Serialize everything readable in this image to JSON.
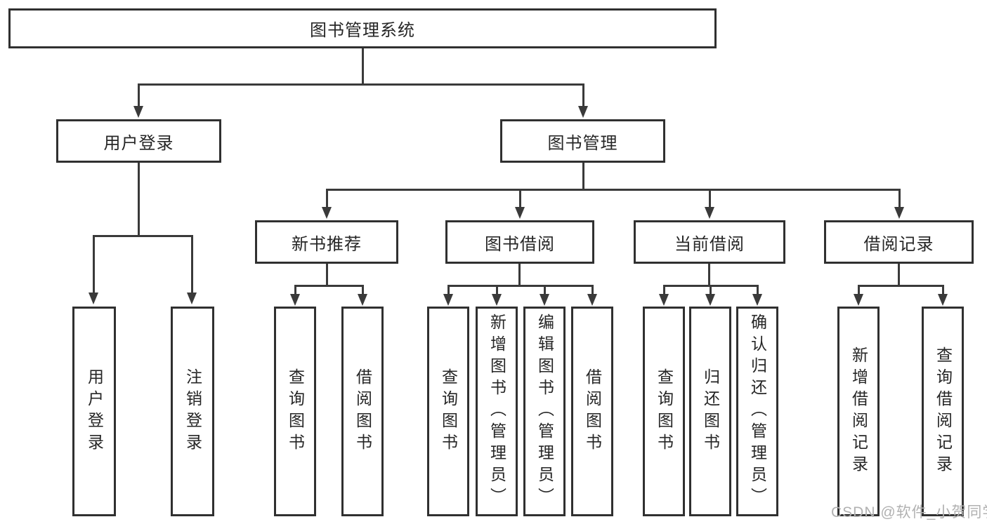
{
  "title": "图书管理系统",
  "watermark": "CSDN @软件_小贺同学",
  "colors": {
    "background": "#ffffff",
    "line": "#3a3a3a",
    "box_border": "#303030",
    "text": "#262626",
    "watermark": "#b1b1b1"
  },
  "nodes": {
    "root": {
      "label": "图书管理系统"
    },
    "user_login": {
      "label": "用户登录"
    },
    "book_mgmt": {
      "label": "图书管理"
    },
    "new_book_rec": {
      "label": "新书推荐"
    },
    "book_borrow": {
      "label": "图书借阅"
    },
    "current_borrow": {
      "label": "当前借阅"
    },
    "borrow_records": {
      "label": "借阅记录"
    },
    "leaf_user_login": {
      "label": "用户登录"
    },
    "leaf_logout": {
      "label": "注销登录"
    },
    "leaf_rec_query": {
      "label": "查询图书"
    },
    "leaf_rec_borrow": {
      "label": "借阅图书"
    },
    "leaf_bb_query": {
      "label": "查询图书"
    },
    "leaf_bb_add": {
      "label": "新增图书（管理员）"
    },
    "leaf_bb_edit": {
      "label": "编辑图书（管理员）"
    },
    "leaf_bb_borrow": {
      "label": "借阅图书"
    },
    "leaf_cb_query": {
      "label": "查询图书"
    },
    "leaf_cb_return": {
      "label": "归还图书"
    },
    "leaf_cb_confirm": {
      "label": "确认归还（管理员）"
    },
    "leaf_br_add": {
      "label": "新增借阅记录"
    },
    "leaf_br_query": {
      "label": "查询借阅记录"
    }
  },
  "hierarchy": {
    "图书管理系统": {
      "用户登录": [
        "用户登录",
        "注销登录"
      ],
      "图书管理": {
        "新书推荐": [
          "查询图书",
          "借阅图书"
        ],
        "图书借阅": [
          "查询图书",
          "新增图书（管理员）",
          "编辑图书（管理员）",
          "借阅图书"
        ],
        "当前借阅": [
          "查询图书",
          "归还图书",
          "确认归还（管理员）"
        ],
        "借阅记录": [
          "新增借阅记录",
          "查询借阅记录"
        ]
      }
    }
  }
}
